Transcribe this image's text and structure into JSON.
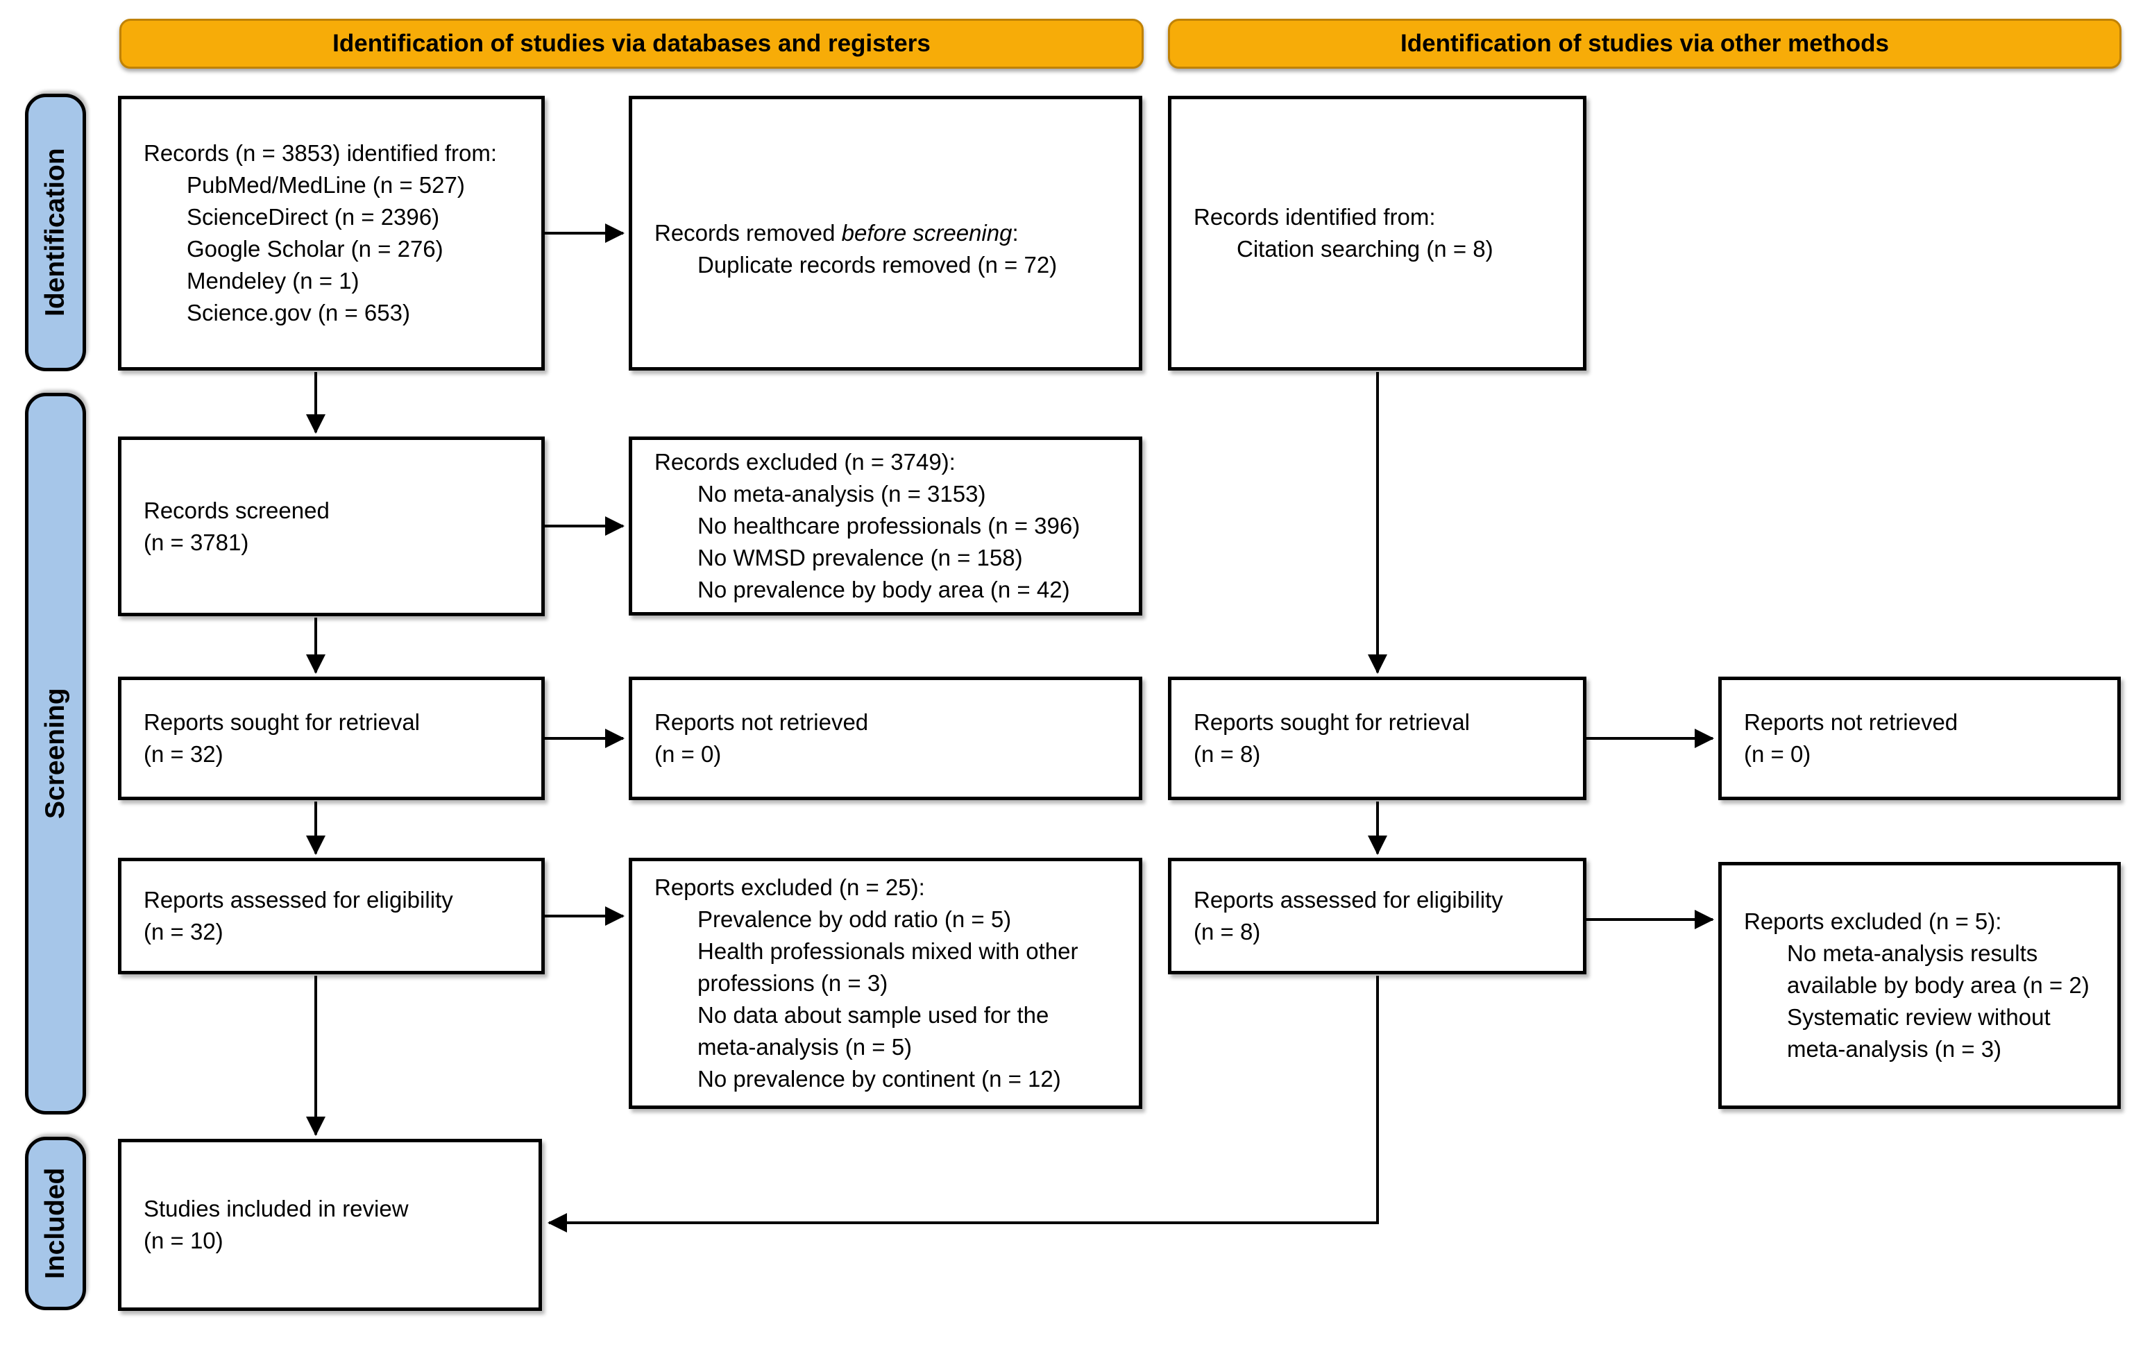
{
  "colors": {
    "header_bg": "#F7AC08",
    "header_border": "#C08206",
    "sidebar_bg": "#A6C6E9",
    "box_border": "#000000"
  },
  "headers": {
    "databases": "Identification of studies via databases and registers",
    "other_methods": "Identification of studies via other methods"
  },
  "stages": {
    "identification": "Identification",
    "screening": "Screening",
    "included": "Included"
  },
  "boxes": {
    "records_identified": {
      "title": "Records (n = 3853) identified from:",
      "items": [
        "PubMed/MedLine (n = 527)",
        "ScienceDirect (n = 2396)",
        "Google Scholar (n = 276)",
        "Mendeley (n = 1)",
        "Science.gov (n = 653)"
      ]
    },
    "records_removed": {
      "prefix": "Records removed ",
      "emphasis": "before screening",
      "suffix": ":",
      "items": [
        "Duplicate records removed (n = 72)"
      ]
    },
    "records_identified_other": {
      "title": "Records identified from:",
      "items": [
        "Citation searching (n = 8)"
      ]
    },
    "records_screened": {
      "line1": "Records screened",
      "line2": "(n = 3781)"
    },
    "records_excluded": {
      "title": "Records excluded (n = 3749):",
      "items": [
        "No meta-analysis (n = 3153)",
        "No healthcare professionals (n = 396)",
        "No WMSD prevalence (n = 158)",
        "No prevalence by body area (n = 42)"
      ]
    },
    "reports_sought": {
      "line1": "Reports sought for retrieval",
      "line2": "(n = 32)"
    },
    "reports_not_retrieved": {
      "line1": "Reports not retrieved",
      "line2": "(n = 0)"
    },
    "reports_sought_other": {
      "line1": "Reports sought for retrieval",
      "line2": "(n = 8)"
    },
    "reports_not_retrieved_other": {
      "line1": "Reports not retrieved",
      "line2": "(n = 0)"
    },
    "reports_assessed": {
      "line1": "Reports assessed for eligibility",
      "line2": "(n = 32)"
    },
    "reports_excluded": {
      "title": "Reports excluded (n = 25):",
      "items": [
        "Prevalence by odd ratio (n = 5)",
        "Health professionals mixed with other\nprofessions (n = 3)",
        "No data about sample used for the\nmeta-analysis (n = 5)",
        "No prevalence by continent (n = 12)"
      ]
    },
    "reports_assessed_other": {
      "line1": "Reports assessed for eligibility",
      "line2": "(n = 8)"
    },
    "reports_excluded_other": {
      "title": "Reports excluded (n = 5):",
      "items": [
        "No meta-analysis results\navailable by body area (n = 2)",
        "Systematic review without\nmeta-analysis (n = 3)"
      ]
    },
    "studies_included": {
      "line1": "Studies included in review",
      "line2": "(n = 10)"
    }
  }
}
